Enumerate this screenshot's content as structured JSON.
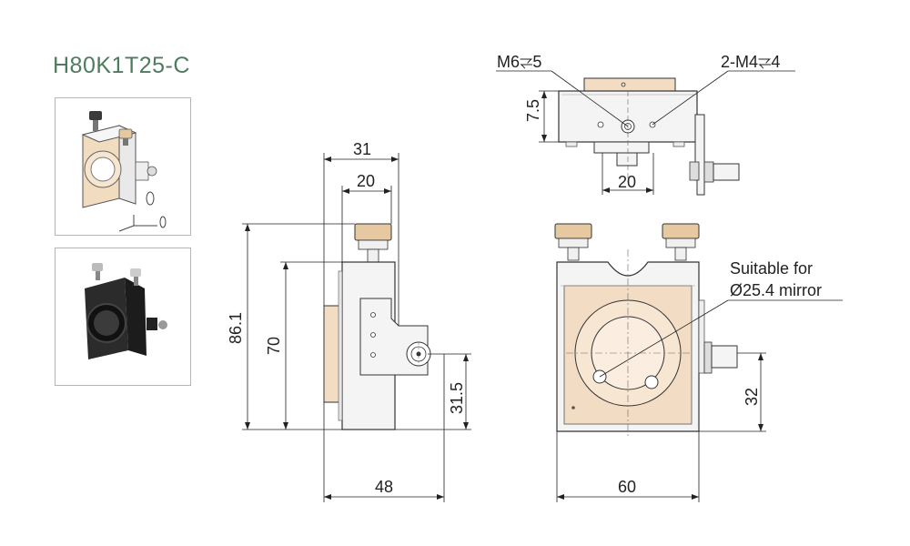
{
  "title": "H80K1T25-C",
  "dimensions": {
    "top_m6": "M6⥩5",
    "top_m4": "2-M4⥩4",
    "top_depth": "7.5",
    "top_width": "20",
    "side_31": "31",
    "side_20": "20",
    "side_86": "86.1",
    "side_70": "70",
    "side_31_5": "31.5",
    "side_48": "48",
    "front_60": "60",
    "front_32": "32"
  },
  "note": {
    "line1": "Suitable for",
    "line2": "Ø25.4 mirror"
  },
  "colors": {
    "title": "#4f7b5f",
    "knob": "#e6c9a0",
    "mirror": "#f3dcc4",
    "metal": "#f4f4f4",
    "line": "#222222"
  }
}
